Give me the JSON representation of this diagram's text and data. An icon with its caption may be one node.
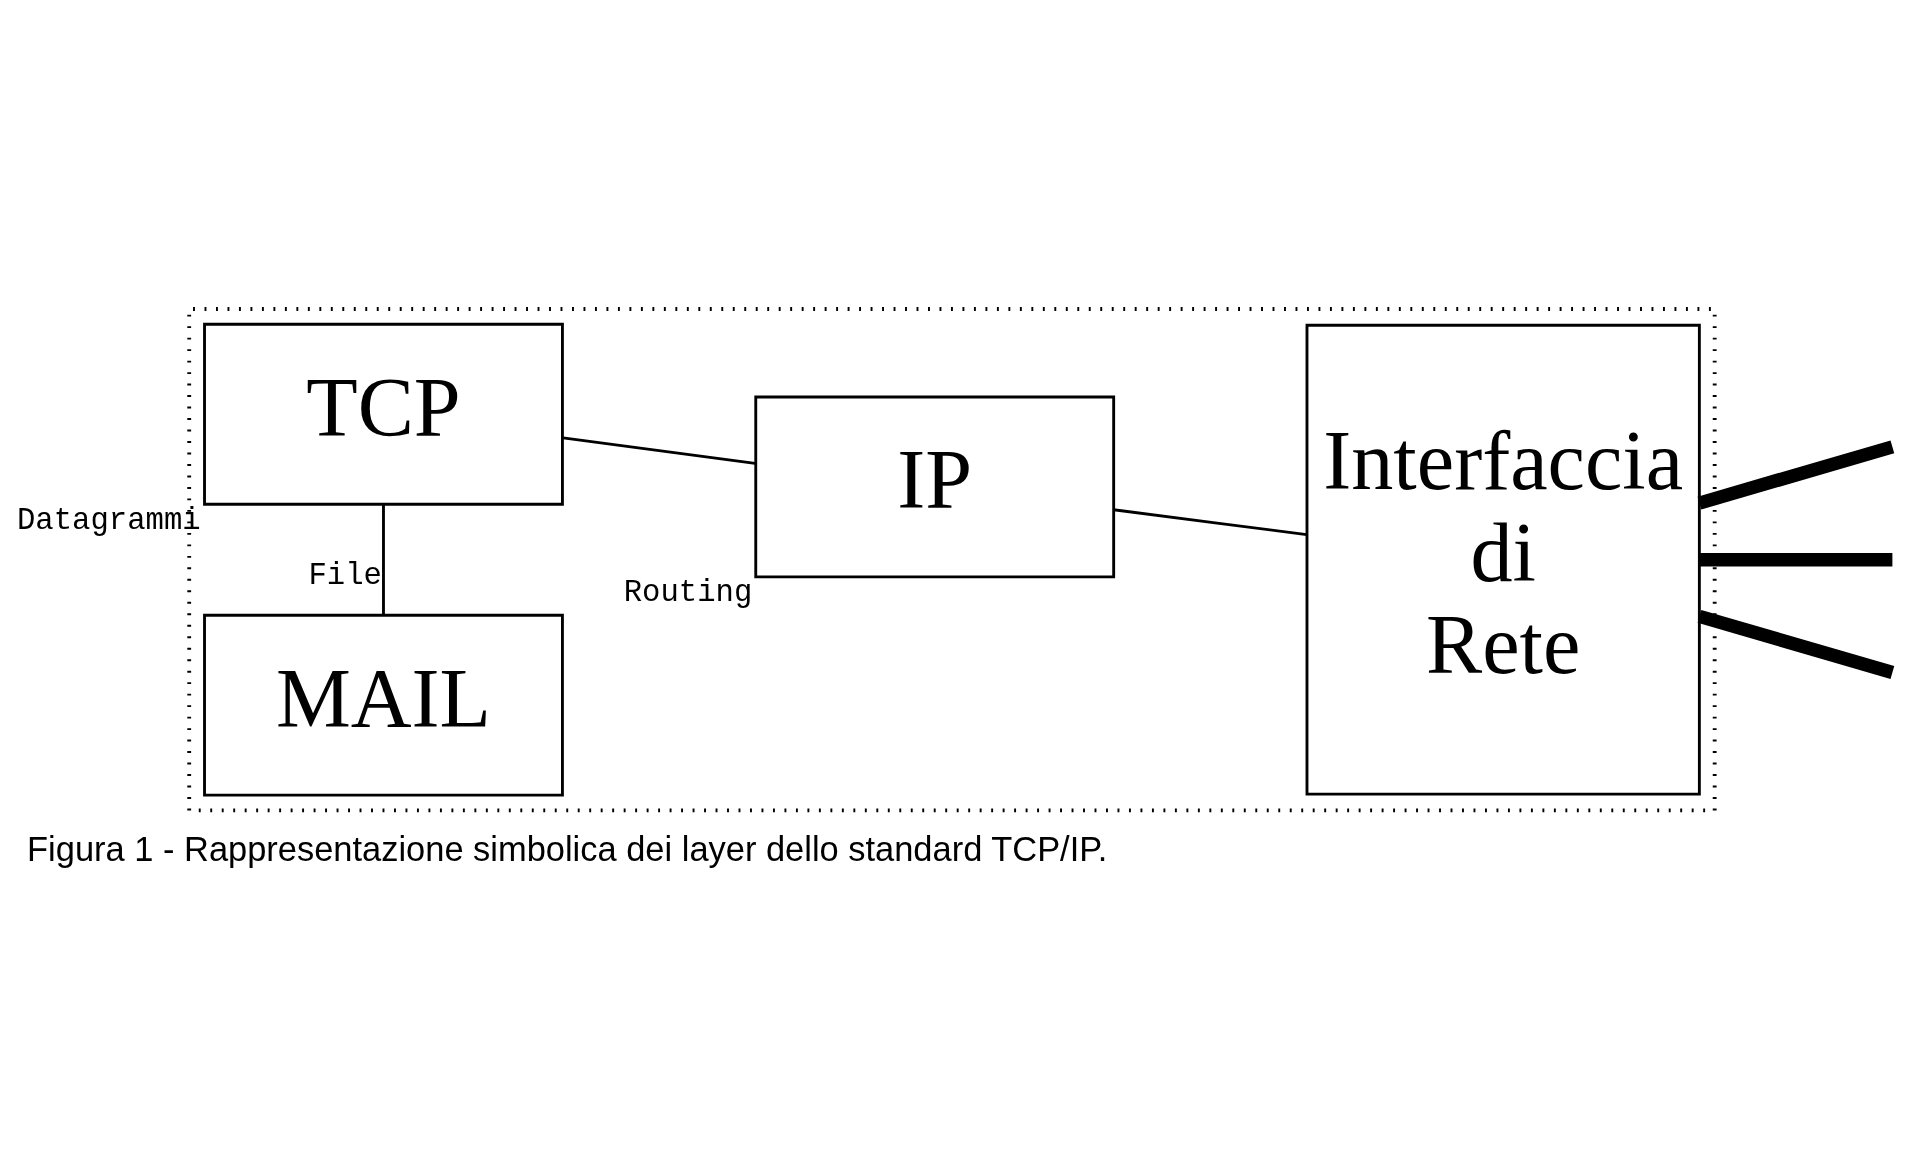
{
  "diagram": {
    "caption": "Figura 1 - Rappresentazione simbolica dei layer dello standard TCP/IP.",
    "nodes": [
      {
        "text": [],
        "shape": "box"
      },
      {
        "text": [
          "MAIL"
        ],
        "in": 0
      },
      {
        "text": [
          "TCP"
        ],
        "in": 0,
        "beside": [
          "Datagrammi"
        ]
      },
      {
        "text": [
          "IP"
        ],
        "in": 0,
        "beside": [
          "Routing"
        ]
      },
      {
        "text": [
          "Interfaccia di Rete"
        ],
        "in": 0
      }
    ],
    "edges": [
      {
        "from": 1,
        "to": 2,
        "arrow": "none",
        "label": "File"
      },
      {
        "from": 2,
        "to": 3,
        "arrow": "none"
      },
      {
        "from": 3,
        "to": 4,
        "arrow": "none"
      },
      {
        "from": 4,
        "to": null,
        "arrow": "none",
        "style": "thick"
      },
      {
        "from": 4,
        "to": null,
        "arrow": "none",
        "style": "thick"
      },
      {
        "from": 4,
        "to": null,
        "arrow": "none",
        "style": "thick"
      }
    ]
  }
}
